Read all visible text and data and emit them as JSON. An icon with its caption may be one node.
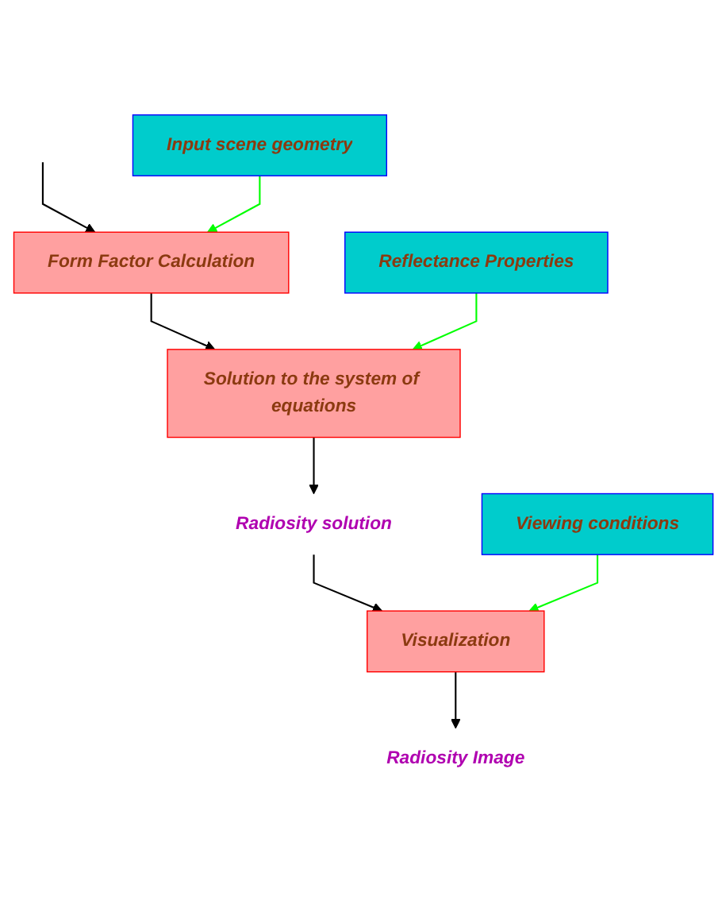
{
  "diagram": {
    "nodes": [
      {
        "text": [
          "Input scene geometry"
        ]
      },
      {
        "text": [
          "Form Factor Calculation"
        ]
      },
      {
        "text": [
          "Reflectance Properties"
        ]
      },
      {
        "text": [
          "Solution to the system of equations"
        ]
      },
      {
        "text": [
          "Radiosity solution"
        ]
      },
      {
        "text": [
          "Viewing conditions"
        ]
      },
      {
        "text": [
          "Visualization"
        ]
      },
      {
        "text": [
          "Radiosity Image"
        ]
      }
    ],
    "edges": [
      {
        "from": null,
        "to": 1,
        "arrow": "to"
      },
      {
        "from": 0,
        "to": 1,
        "arrow": "to",
        "color": "#00ff00"
      },
      {
        "from": 1,
        "to": 3,
        "arrow": "to"
      },
      {
        "from": 2,
        "to": 3,
        "arrow": "to",
        "color": "#00ff00"
      },
      {
        "from": 3,
        "to": 4,
        "arrow": "to"
      },
      {
        "from": 4,
        "to": 6,
        "arrow": "to"
      },
      {
        "from": 5,
        "to": 6,
        "arrow": "to",
        "color": "#00ff00"
      },
      {
        "from": 6,
        "to": 7,
        "arrow": "to"
      }
    ]
  }
}
